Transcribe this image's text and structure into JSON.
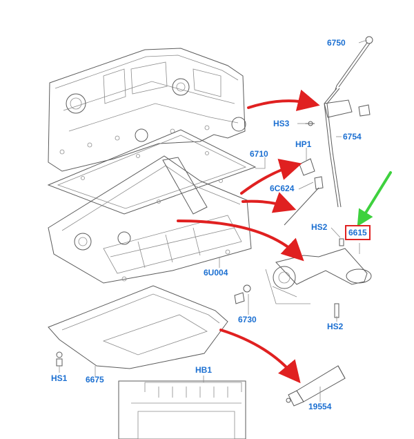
{
  "labels": {
    "l6750": "6750",
    "l6754": "6754",
    "lHS3": "HS3",
    "lHP1": "HP1",
    "l6710": "6710",
    "l6C624": "6C624",
    "lHS2a": "HS2",
    "l6615": "6615",
    "l6U004": "6U004",
    "lHS2b": "HS2",
    "l6730": "6730",
    "lHS1": "HS1",
    "l6675": "6675",
    "lHB1": "HB1",
    "l19554": "19554"
  },
  "colors": {
    "label_blue": "#1b6fd1",
    "arrow_red": "#e02020",
    "arrow_green": "#3ed13e",
    "highlight_box": "#e02020"
  }
}
